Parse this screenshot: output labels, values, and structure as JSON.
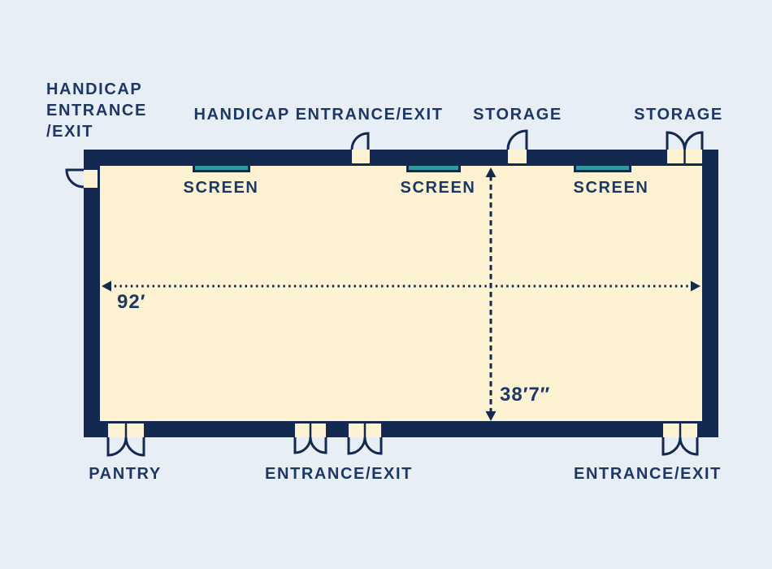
{
  "colors": {
    "background": "#e8eef6",
    "wall": "#14294f",
    "floor": "#fdf3d3",
    "screen_accent": "#2b9b9d",
    "label_text": "#1d3865"
  },
  "floor_plan": {
    "labels": {
      "handicap_left_line1": "HANDICAP",
      "handicap_left_line2": "ENTRANCE",
      "handicap_left_line3": "/EXIT",
      "handicap_top": "HANDICAP ENTRANCE/EXIT",
      "storage_top_left": "STORAGE",
      "storage_top_right": "STORAGE",
      "screen_1": "SCREEN",
      "screen_2": "SCREEN",
      "screen_3": "SCREEN",
      "pantry": "PANTRY",
      "entrance_bottom_center": "ENTRANCE/EXIT",
      "entrance_bottom_right": "ENTRANCE/EXIT"
    },
    "dimensions": {
      "room_width": "92′",
      "room_height": "38′7″"
    },
    "features": {
      "door_symbols": [
        "handicap-door-left-wall",
        "handicap-door-top-wall",
        "storage-door-single-top",
        "storage-door-double-top-right",
        "pantry-door-double-bottom",
        "entrance-door-double-bottom-1",
        "entrance-door-double-bottom-2",
        "entrance-door-double-bottom-right"
      ],
      "screen_count": 3
    }
  }
}
